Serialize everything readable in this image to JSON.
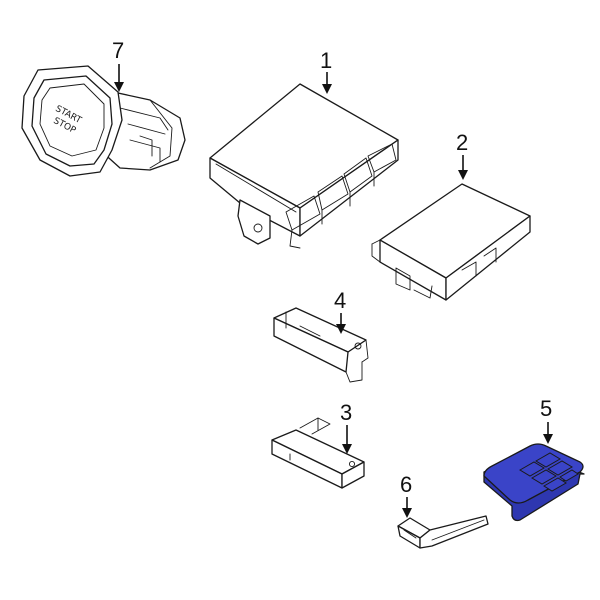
{
  "callouts": {
    "c1": "1",
    "c2": "2",
    "c3": "3",
    "c4": "4",
    "c5": "5",
    "c6": "6",
    "c7": "7"
  },
  "parts": {
    "start_button_line1": "START",
    "start_button_line2": "STOP"
  },
  "colors": {
    "highlight": "#3a44c8",
    "line": "#1a1a1a"
  }
}
